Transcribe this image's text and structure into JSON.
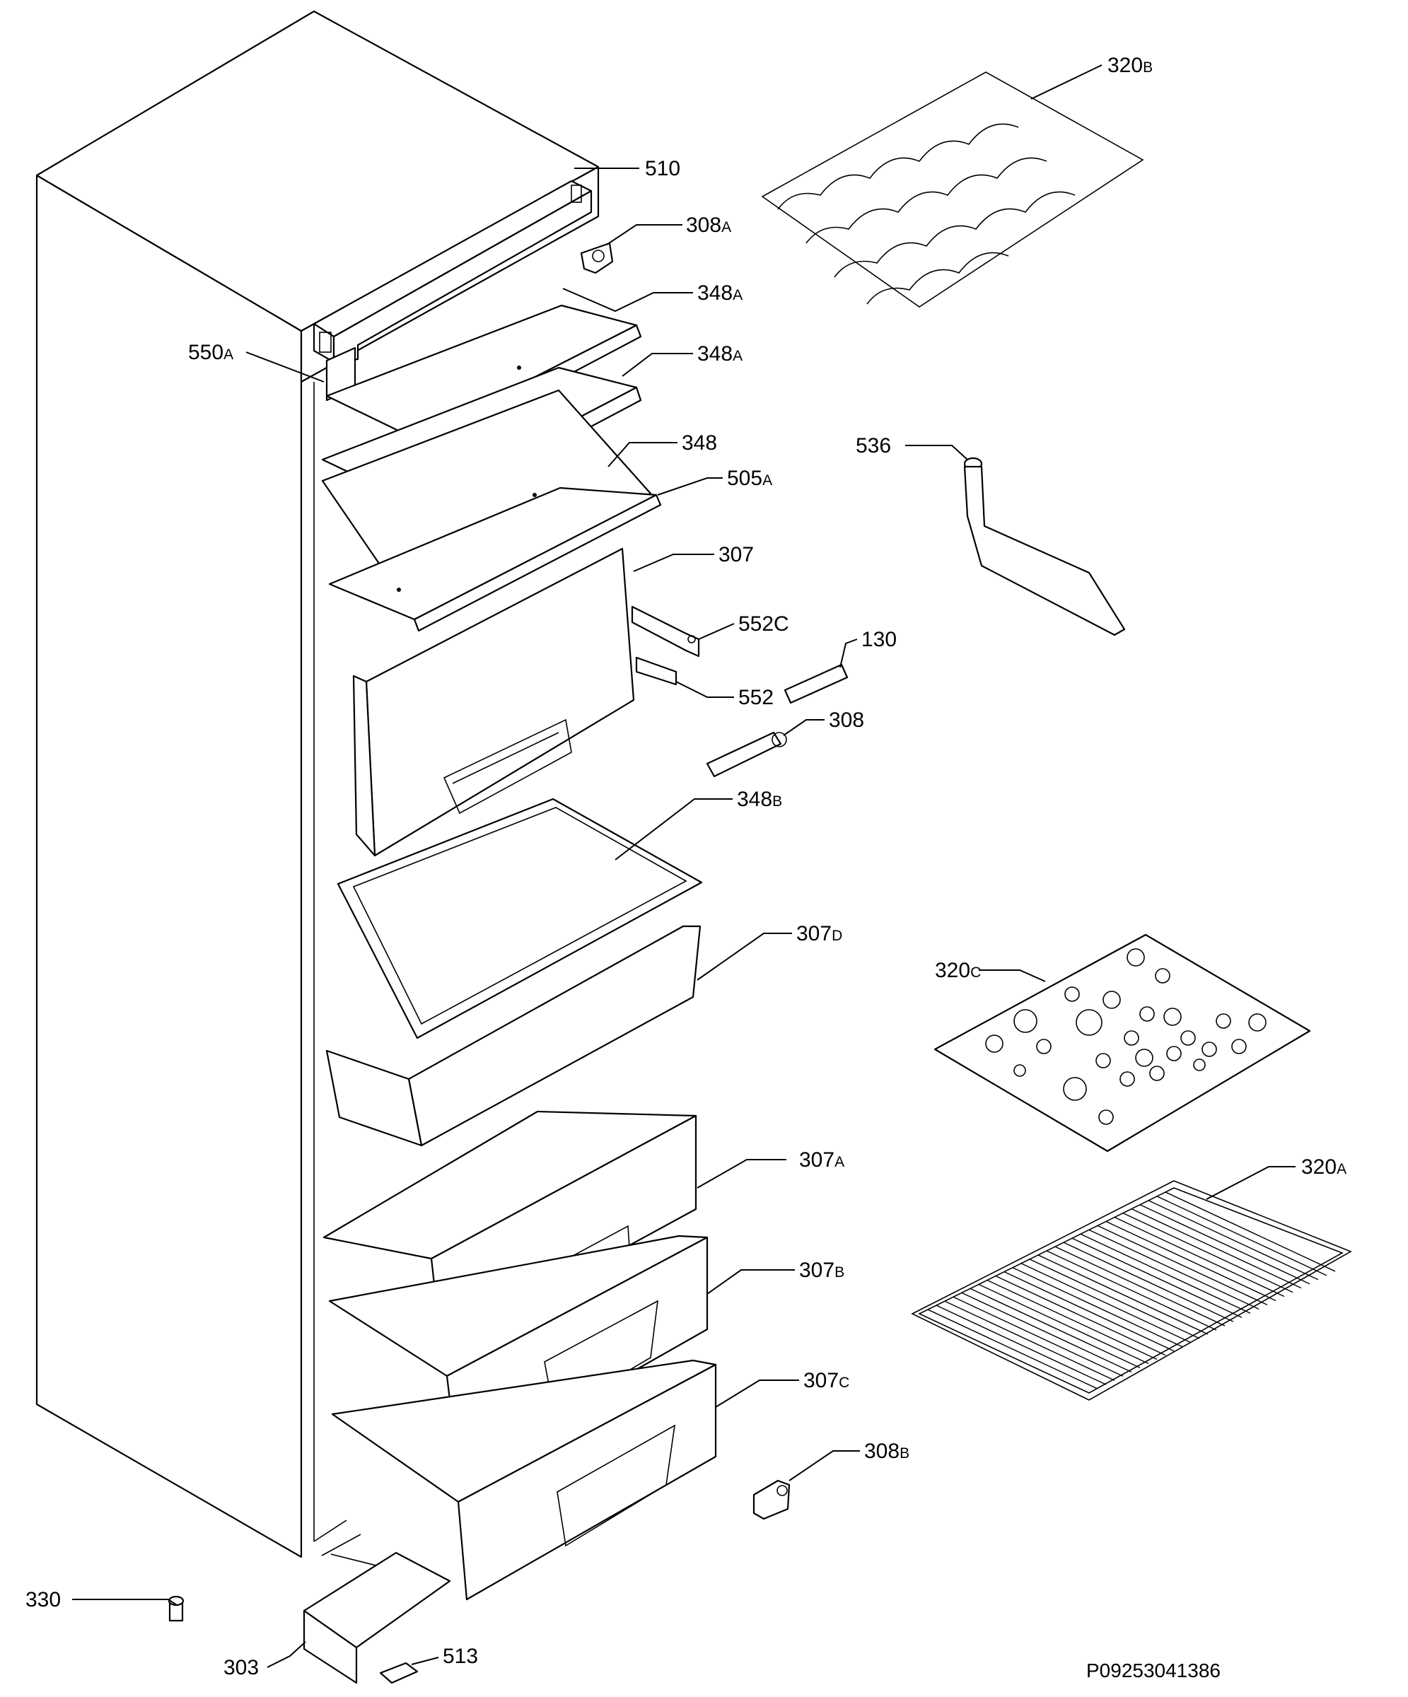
{
  "diagram": {
    "reference_code": "P09253041386",
    "part_labels": [
      {
        "id": "320b",
        "num": "320",
        "suffix": "B"
      },
      {
        "id": "510",
        "num": "510",
        "suffix": ""
      },
      {
        "id": "308a",
        "num": "308",
        "suffix": "A"
      },
      {
        "id": "348a-1",
        "num": "348",
        "suffix": "A"
      },
      {
        "id": "550a",
        "num": "550",
        "suffix": "A"
      },
      {
        "id": "348a-2",
        "num": "348",
        "suffix": "A"
      },
      {
        "id": "348",
        "num": "348",
        "suffix": ""
      },
      {
        "id": "536",
        "num": "536",
        "suffix": ""
      },
      {
        "id": "505a",
        "num": "505",
        "suffix": "A"
      },
      {
        "id": "307",
        "num": "307",
        "suffix": ""
      },
      {
        "id": "552c",
        "num": "552C",
        "suffix": ""
      },
      {
        "id": "130",
        "num": "130",
        "suffix": ""
      },
      {
        "id": "552",
        "num": "552",
        "suffix": ""
      },
      {
        "id": "308",
        "num": "308",
        "suffix": ""
      },
      {
        "id": "348b",
        "num": "348",
        "suffix": "B"
      },
      {
        "id": "307d",
        "num": "307",
        "suffix": "D"
      },
      {
        "id": "320c",
        "num": "320",
        "suffix": "C"
      },
      {
        "id": "307a",
        "num": "307",
        "suffix": "A"
      },
      {
        "id": "320a",
        "num": "320",
        "suffix": "A"
      },
      {
        "id": "307b",
        "num": "307",
        "suffix": "B"
      },
      {
        "id": "307c",
        "num": "307",
        "suffix": "C"
      },
      {
        "id": "308b",
        "num": "308",
        "suffix": "B"
      },
      {
        "id": "330",
        "num": "330",
        "suffix": ""
      },
      {
        "id": "303",
        "num": "303",
        "suffix": ""
      },
      {
        "id": "513",
        "num": "513",
        "suffix": ""
      }
    ]
  }
}
